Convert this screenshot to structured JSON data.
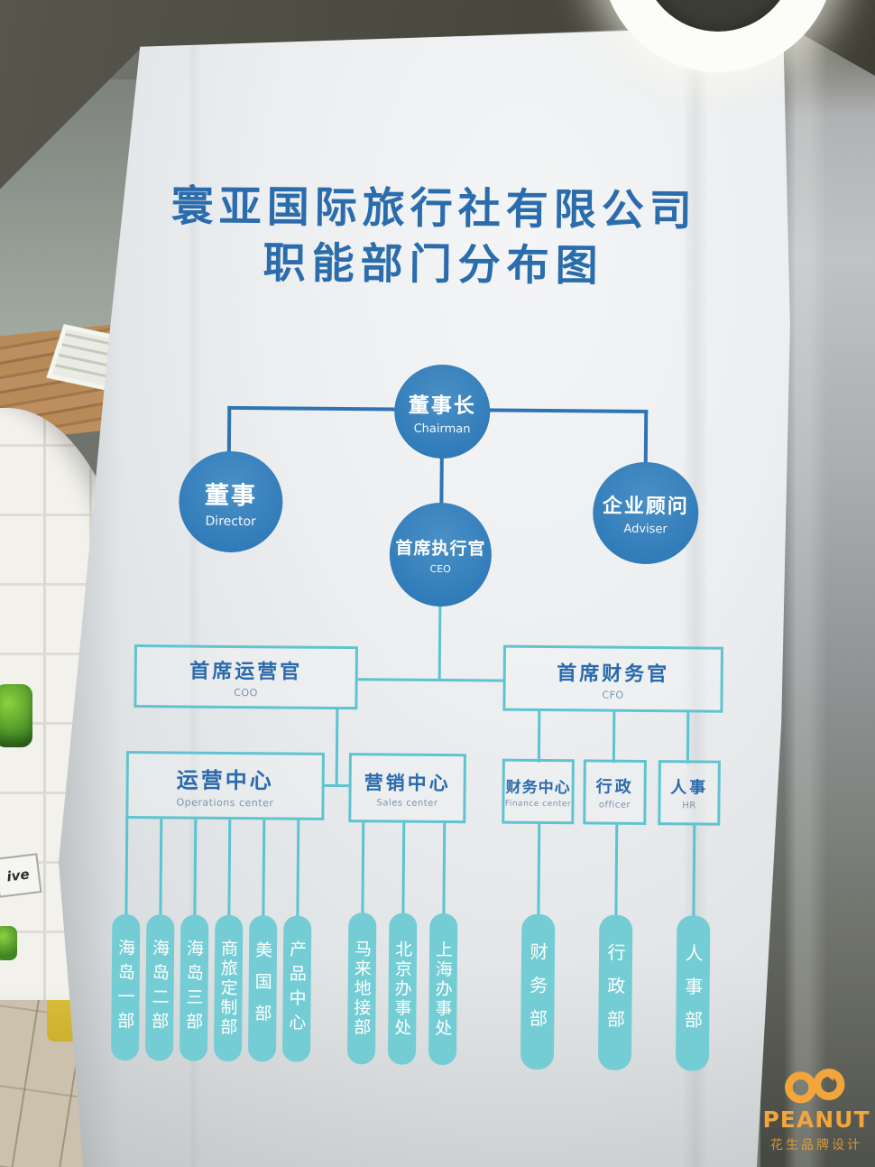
{
  "poster": {
    "title_line1": "寰亚国际旅行社有限公司",
    "title_line2": "职能部门分布图"
  },
  "org": {
    "chairman": {
      "zh": "董事长",
      "en": "Chairman"
    },
    "director": {
      "zh": "董事",
      "en": "Director"
    },
    "adviser": {
      "zh": "企业顾问",
      "en": "Adviser"
    },
    "ceo": {
      "zh": "首席执行官",
      "en": "CEO"
    },
    "coo": {
      "zh": "首席运营官",
      "en": "COO"
    },
    "cfo": {
      "zh": "首席财务官",
      "en": "CFO"
    },
    "operations": {
      "zh": "运营中心",
      "en": "Operations center"
    },
    "sales": {
      "zh": "营销中心",
      "en": "Sales center"
    },
    "finance": {
      "zh": "财务中心",
      "en": "Finance center"
    },
    "admin": {
      "zh": "行政",
      "en": "officer"
    },
    "hr": {
      "zh": "人事",
      "en": "HR"
    },
    "operations_departments": [
      "海岛一部",
      "海岛二部",
      "海岛三部",
      "商旅定制部",
      "美国部",
      "产品中心"
    ],
    "sales_departments": [
      "马来地接部",
      "北京办事处",
      "上海办事处"
    ],
    "cfo_departments": [
      "财务部",
      "行政部",
      "人事部"
    ]
  },
  "watermark": {
    "brand": "PEANUT",
    "sub": "花生品牌设计"
  },
  "environment": {
    "shelf_sign": "ive"
  },
  "colors": {
    "title_blue": "#2b6cad",
    "circle_blue": "#3381bd",
    "line_blue": "#2e74b5",
    "line_teal": "#5ac4d0",
    "box_border_teal": "#5fc4cf",
    "pill_teal": "#74cdd4",
    "watermark_orange": "#f2a53c"
  }
}
